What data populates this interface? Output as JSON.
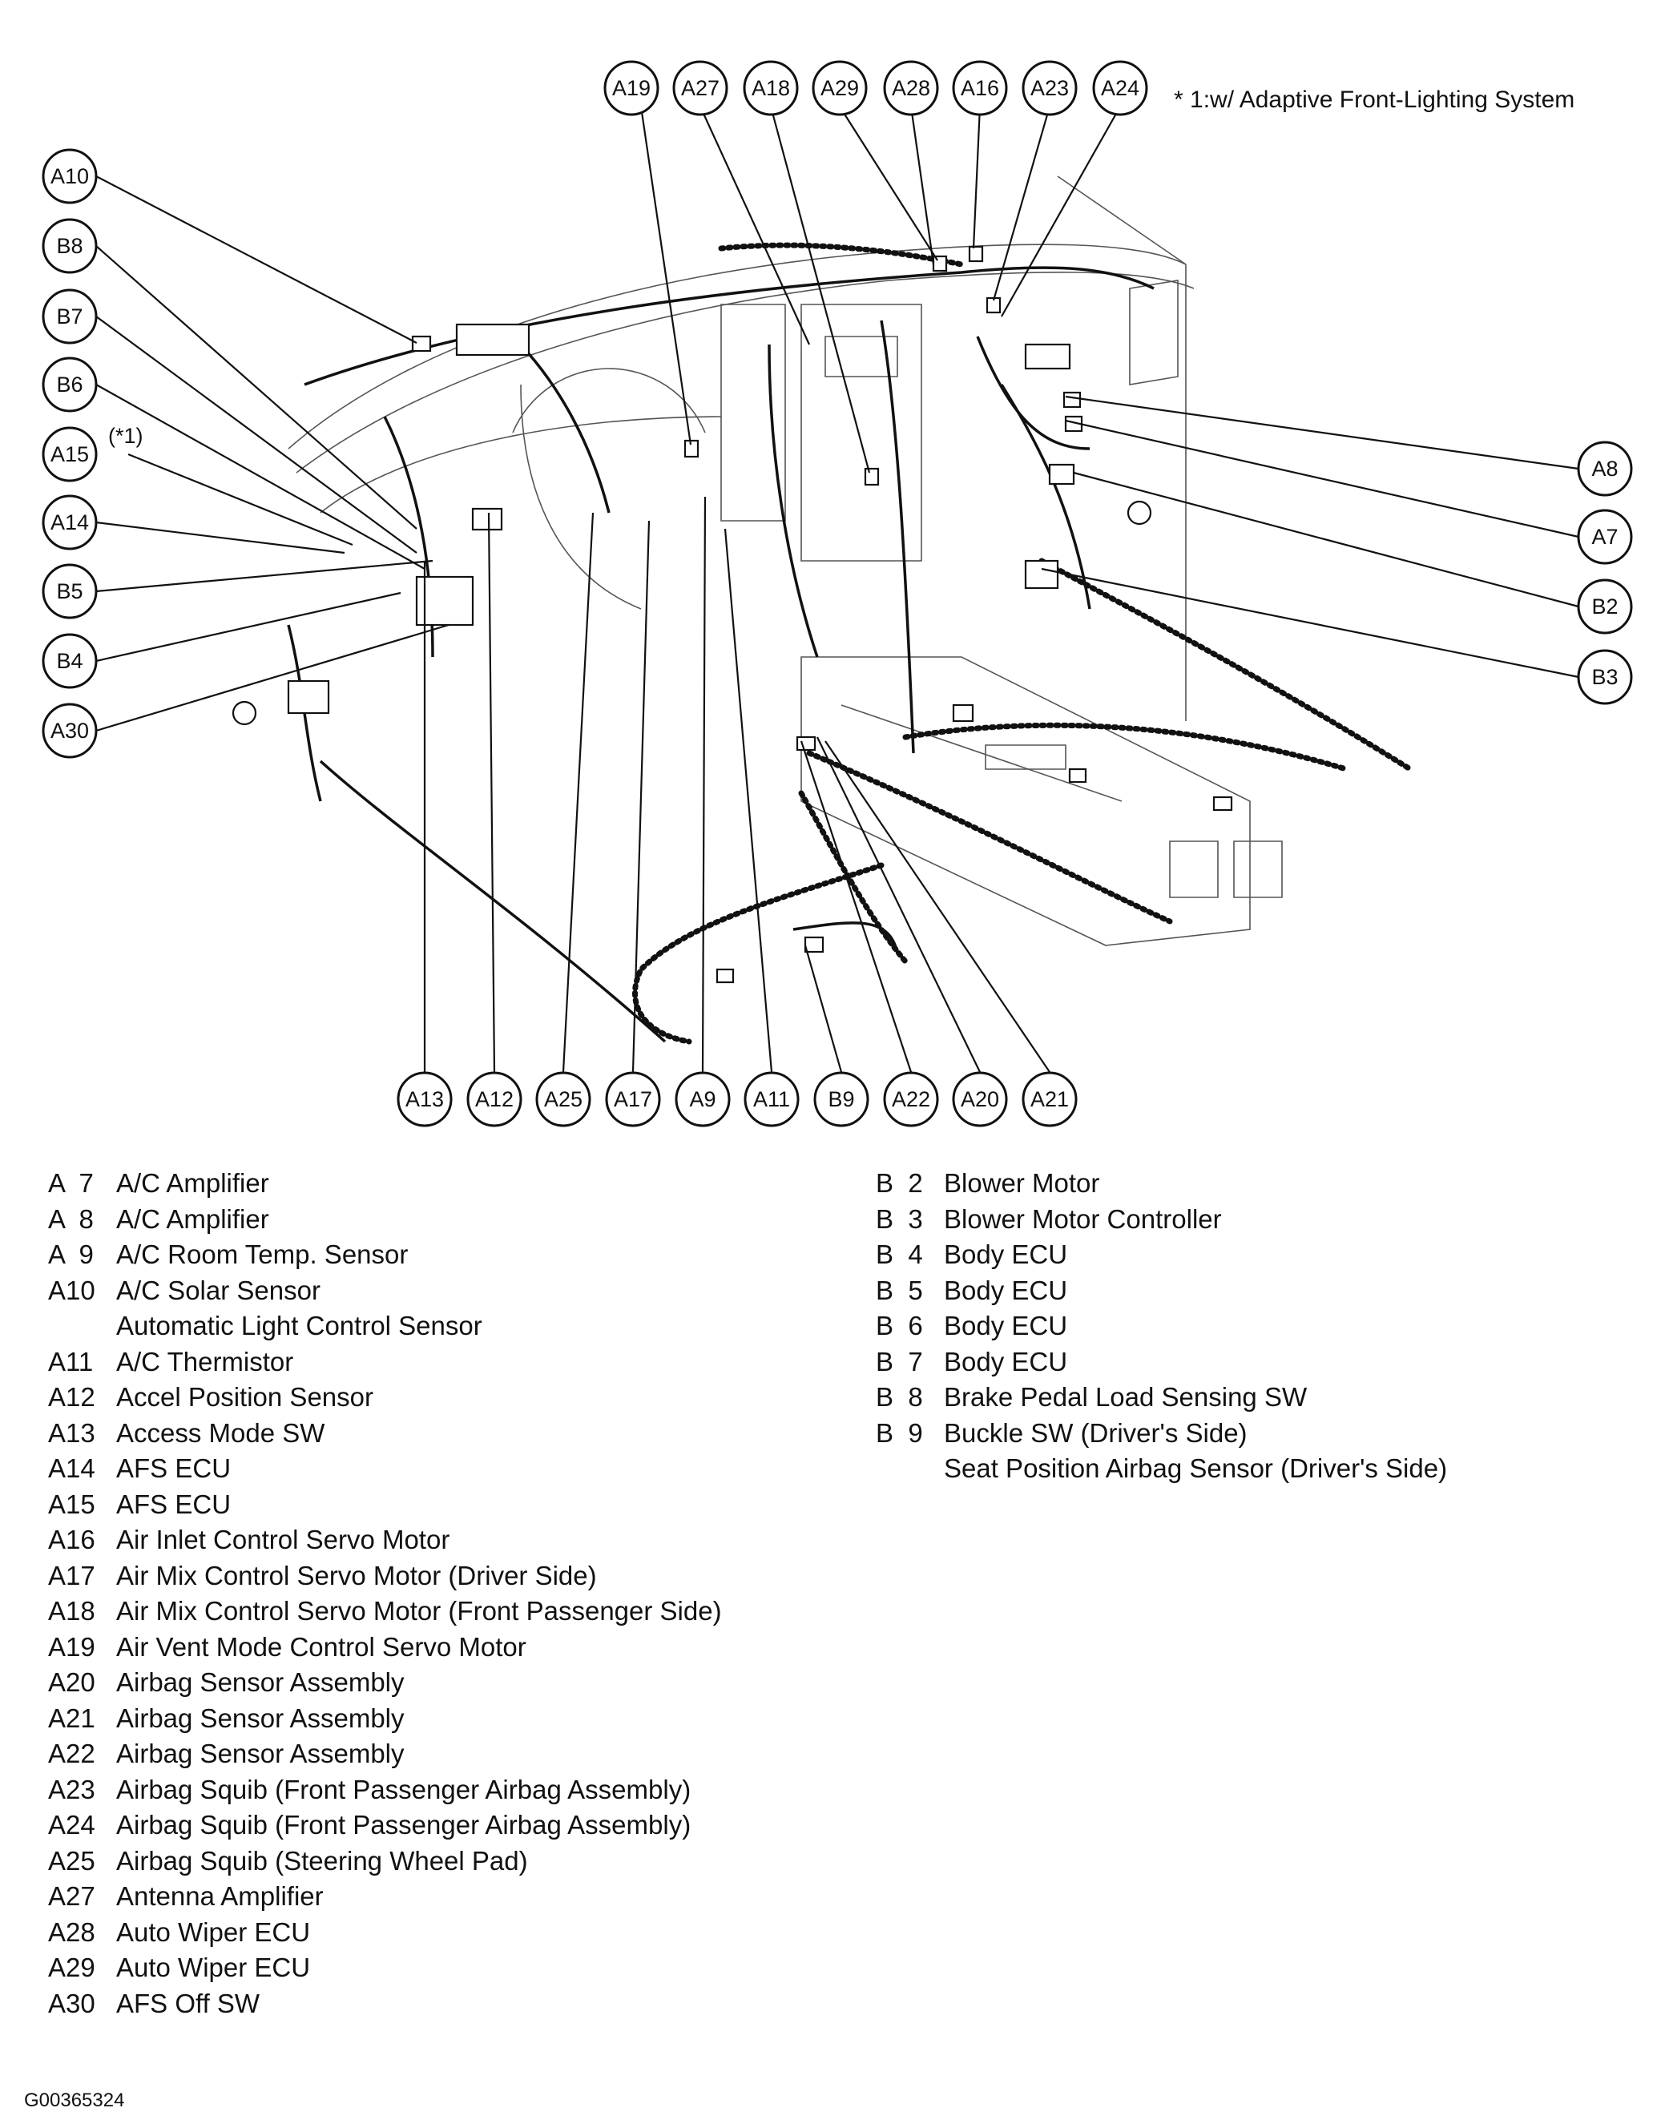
{
  "note": "* 1:w/ Adaptive Front-Lighting System",
  "star_note": "(*1)",
  "figure_id": "G00365324",
  "callouts_top": [
    "A19",
    "A27",
    "A18",
    "A29",
    "A28",
    "A16",
    "A23",
    "A24"
  ],
  "callouts_left": [
    "A10",
    "B8",
    "B7",
    "B6",
    "A15",
    "A14",
    "B5",
    "B4",
    "A30"
  ],
  "callouts_right": [
    "A8",
    "A7",
    "B2",
    "B3"
  ],
  "callouts_bottom": [
    "A13",
    "A12",
    "A25",
    "A17",
    "A9",
    "A11",
    "B9",
    "A22",
    "A20",
    "A21"
  ],
  "legend_left": [
    {
      "code": "A  7",
      "label": "A/C Amplifier"
    },
    {
      "code": "A  8",
      "label": "A/C Amplifier"
    },
    {
      "code": "A  9",
      "label": "A/C Room Temp. Sensor"
    },
    {
      "code": "A10",
      "label": "A/C Solar Sensor"
    },
    {
      "code": "",
      "label": "Automatic Light Control Sensor"
    },
    {
      "code": "A11",
      "label": "A/C Thermistor"
    },
    {
      "code": "A12",
      "label": "Accel Position Sensor"
    },
    {
      "code": "A13",
      "label": "Access Mode SW"
    },
    {
      "code": "A14",
      "label": "AFS ECU"
    },
    {
      "code": "A15",
      "label": "AFS ECU"
    },
    {
      "code": "A16",
      "label": "Air Inlet Control Servo Motor"
    },
    {
      "code": "A17",
      "label": "Air Mix Control Servo Motor (Driver Side)"
    },
    {
      "code": "A18",
      "label": "Air Mix Control Servo Motor (Front Passenger Side)"
    },
    {
      "code": "A19",
      "label": "Air Vent Mode Control Servo Motor"
    },
    {
      "code": "A20",
      "label": "Airbag Sensor Assembly"
    },
    {
      "code": "A21",
      "label": "Airbag Sensor Assembly"
    },
    {
      "code": "A22",
      "label": "Airbag Sensor Assembly"
    },
    {
      "code": "A23",
      "label": "Airbag Squib (Front Passenger Airbag Assembly)"
    },
    {
      "code": "A24",
      "label": "Airbag Squib (Front Passenger Airbag Assembly)"
    },
    {
      "code": "A25",
      "label": "Airbag Squib (Steering Wheel Pad)"
    },
    {
      "code": "A27",
      "label": "Antenna Amplifier"
    },
    {
      "code": "A28",
      "label": "Auto Wiper ECU"
    },
    {
      "code": "A29",
      "label": "Auto Wiper ECU"
    },
    {
      "code": "A30",
      "label": "AFS Off SW"
    }
  ],
  "legend_right": [
    {
      "code": "B  2",
      "label": "Blower Motor"
    },
    {
      "code": "B  3",
      "label": "Blower Motor Controller"
    },
    {
      "code": "B  4",
      "label": "Body ECU"
    },
    {
      "code": "B  5",
      "label": "Body ECU"
    },
    {
      "code": "B  6",
      "label": "Body ECU"
    },
    {
      "code": "B  7",
      "label": "Body ECU"
    },
    {
      "code": "B  8",
      "label": "Brake Pedal Load Sensing SW"
    },
    {
      "code": "B  9",
      "label": "Buckle SW (Driver's Side)"
    },
    {
      "code": "",
      "label": "Seat Position Airbag Sensor (Driver's Side)"
    }
  ]
}
